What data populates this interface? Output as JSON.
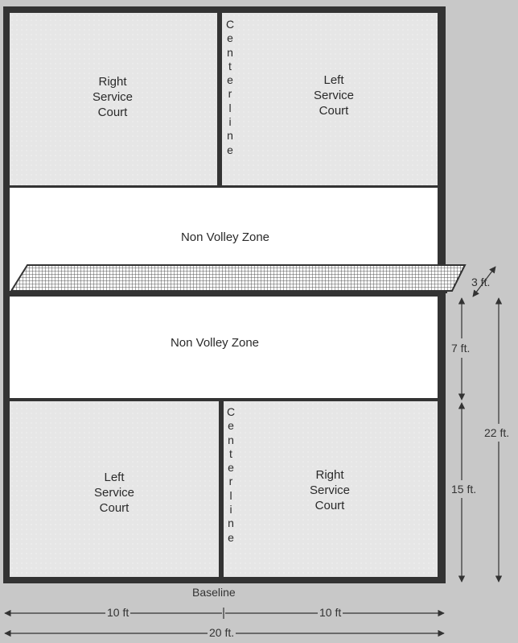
{
  "courts": {
    "top_left": "Right\nService\nCourt",
    "top_right": "Left\nService\nCourt",
    "bottom_left": "Left\nService\nCourt",
    "bottom_right": "Right\nService\nCourt",
    "centerline_top": "C\ne\nn\nt\ne\nr\nl\ni\nn\ne",
    "centerline_bottom": "C\ne\nn\nt\ne\nr\nl\ni\nn\ne"
  },
  "zones": {
    "nvz_top": "Non Volley Zone",
    "nvz_bottom": "Non Volley Zone"
  },
  "dimensions": {
    "baseline": "Baseline",
    "half_width_left": "10 ft",
    "half_width_right": "10 ft",
    "full_width": "20 ft.",
    "net_height": "3 ft.",
    "kitchen_depth": "7 ft.",
    "service_depth": "15 ft.",
    "half_length": "22 ft."
  },
  "colors": {
    "background": "#c8c8c8",
    "lines": "#333333",
    "service_court": "#e6e6e6",
    "non_volley_zone": "#ffffff"
  }
}
